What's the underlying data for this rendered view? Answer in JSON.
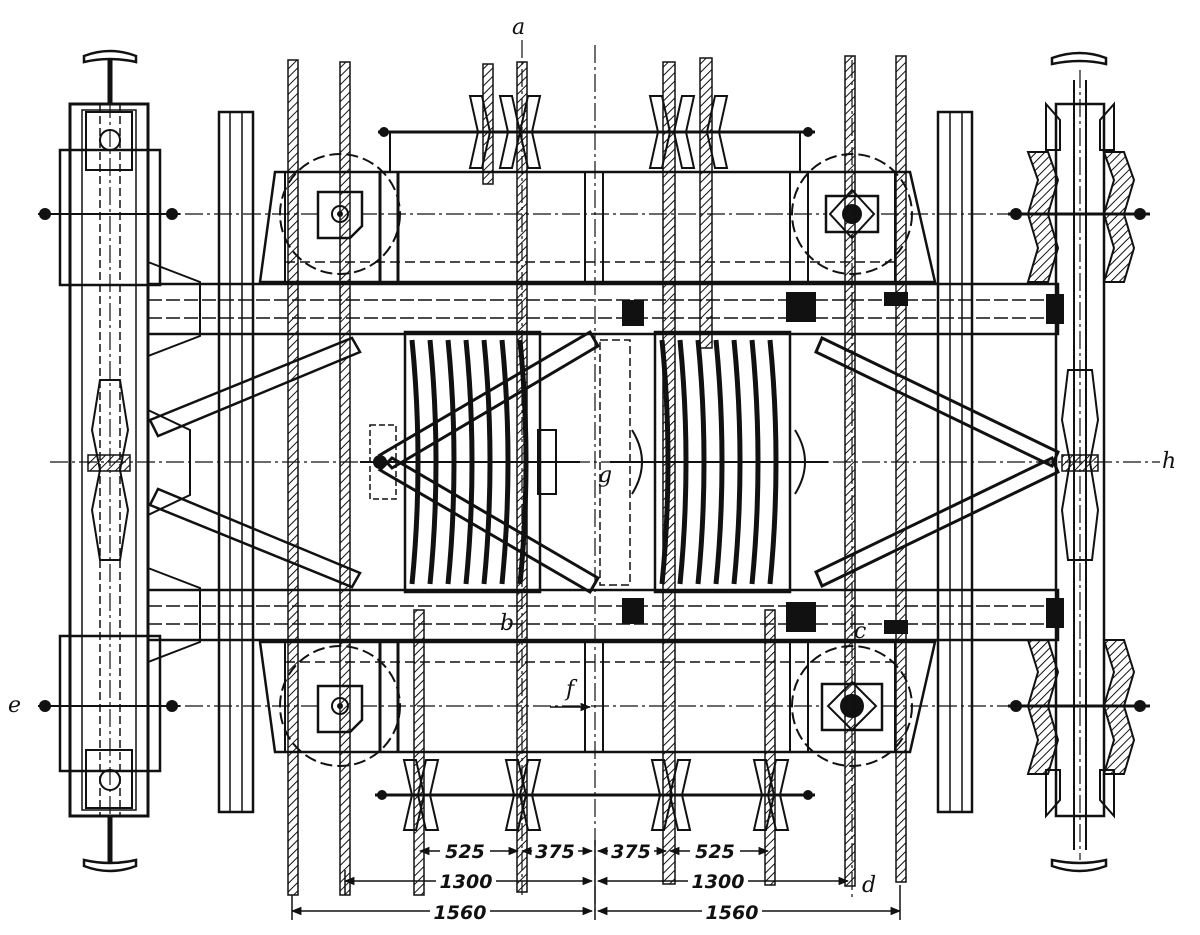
{
  "labels": {
    "a": "a",
    "b": "b",
    "c": "c",
    "d": "d",
    "e": "e",
    "f": "f",
    "g": "g",
    "h": "h"
  },
  "dimensions": {
    "top_row": [
      "525",
      "375",
      "375",
      "525"
    ],
    "middle_row": [
      "1300",
      "1300"
    ],
    "bottom_row": [
      "1560",
      "1560"
    ]
  }
}
